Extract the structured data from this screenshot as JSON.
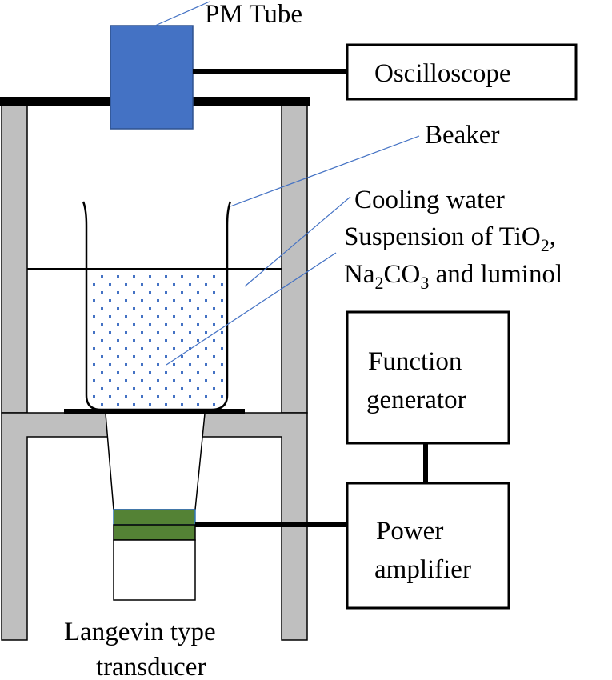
{
  "labels": {
    "pm_tube": "PM Tube",
    "oscilloscope": "Oscilloscope",
    "beaker": "Beaker",
    "cooling_water": "Cooling water",
    "suspension_line1_prefix": "Suspension of TiO",
    "suspension_line1_sub": "2",
    "suspension_line1_suffix": ",",
    "suspension_line2_a": "Na",
    "suspension_line2_sub1": "2",
    "suspension_line2_b": "CO",
    "suspension_line2_sub2": "3",
    "suspension_line2_c": " and luminol",
    "function_generator_line1": "Function",
    "function_generator_line2": "generator",
    "power_amplifier_line1": "Power",
    "power_amplifier_line2": "amplifier",
    "transducer_line1": "Langevin type",
    "transducer_line2": "transducer"
  },
  "colors": {
    "pm_tube": "#4472c4",
    "frame": "#bfbfbf",
    "piezo": "#548235",
    "particles": "#4472c4",
    "leader_lines": "#4472c4"
  }
}
